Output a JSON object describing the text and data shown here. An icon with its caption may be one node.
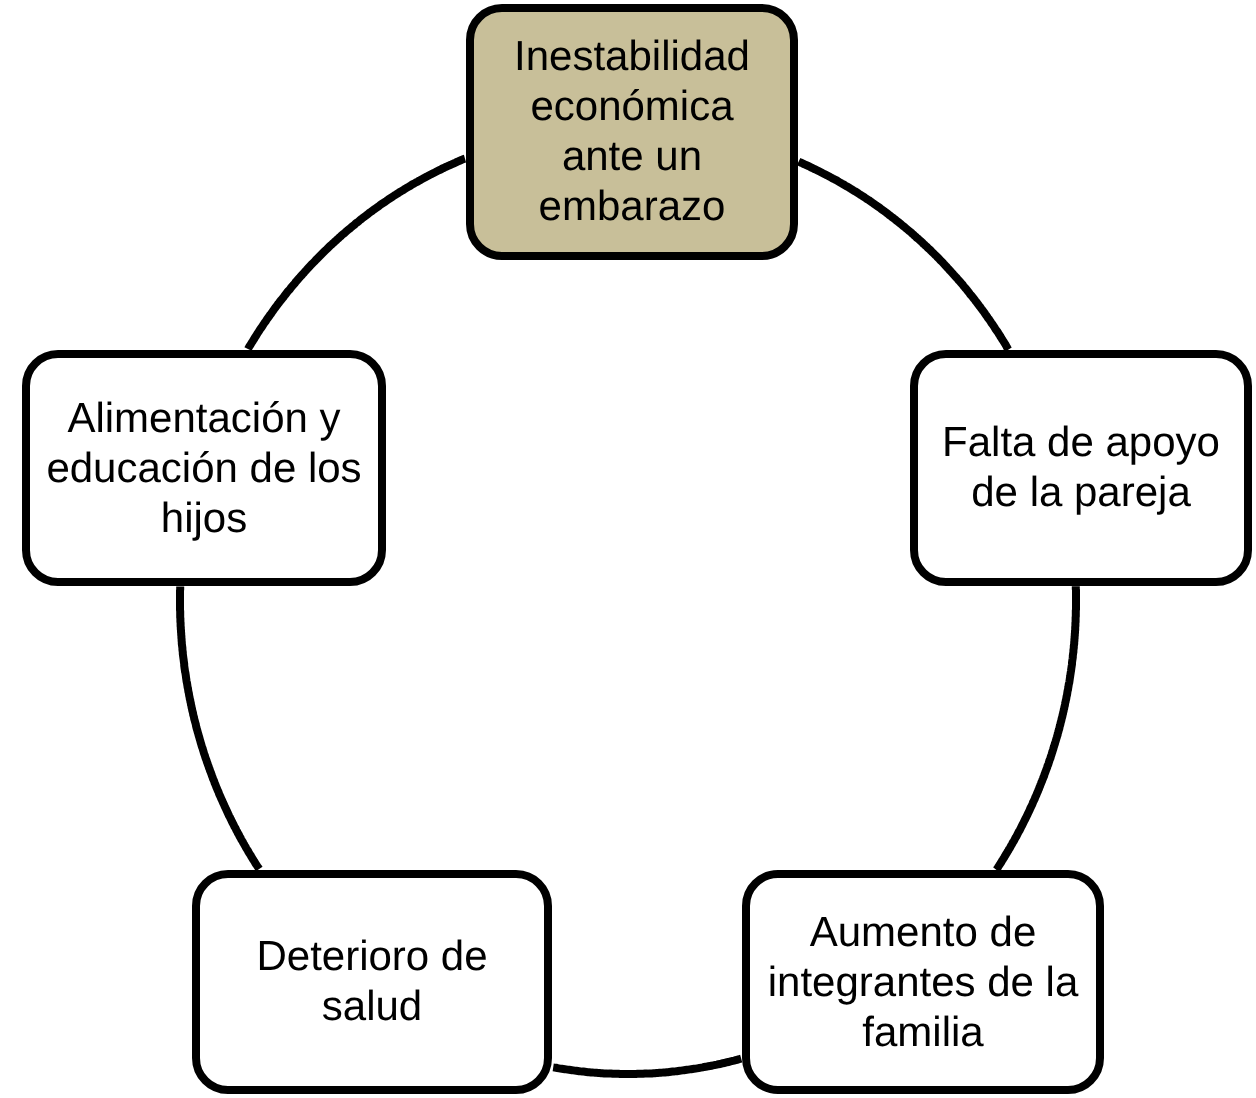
{
  "diagram": {
    "nodes": [
      {
        "text": [
          "Inestabilidad económica ante un embarazo"
        ]
      },
      {
        "text": [
          "Falta de apoyo de la pareja"
        ]
      },
      {
        "text": [
          "Aumento de integrantes de la familia"
        ]
      },
      {
        "text": [
          "Deterioro de salud"
        ]
      },
      {
        "text": [
          "Alimentación y educación de los hijos"
        ]
      }
    ],
    "edges": [
      {
        "from": 0,
        "to": 1,
        "arrow": "none"
      },
      {
        "from": 1,
        "to": 2,
        "arrow": "none"
      },
      {
        "from": 2,
        "to": 3,
        "arrow": "none"
      },
      {
        "from": 3,
        "to": 4,
        "arrow": "none"
      },
      {
        "from": 4,
        "to": 0,
        "arrow": "none"
      }
    ]
  }
}
